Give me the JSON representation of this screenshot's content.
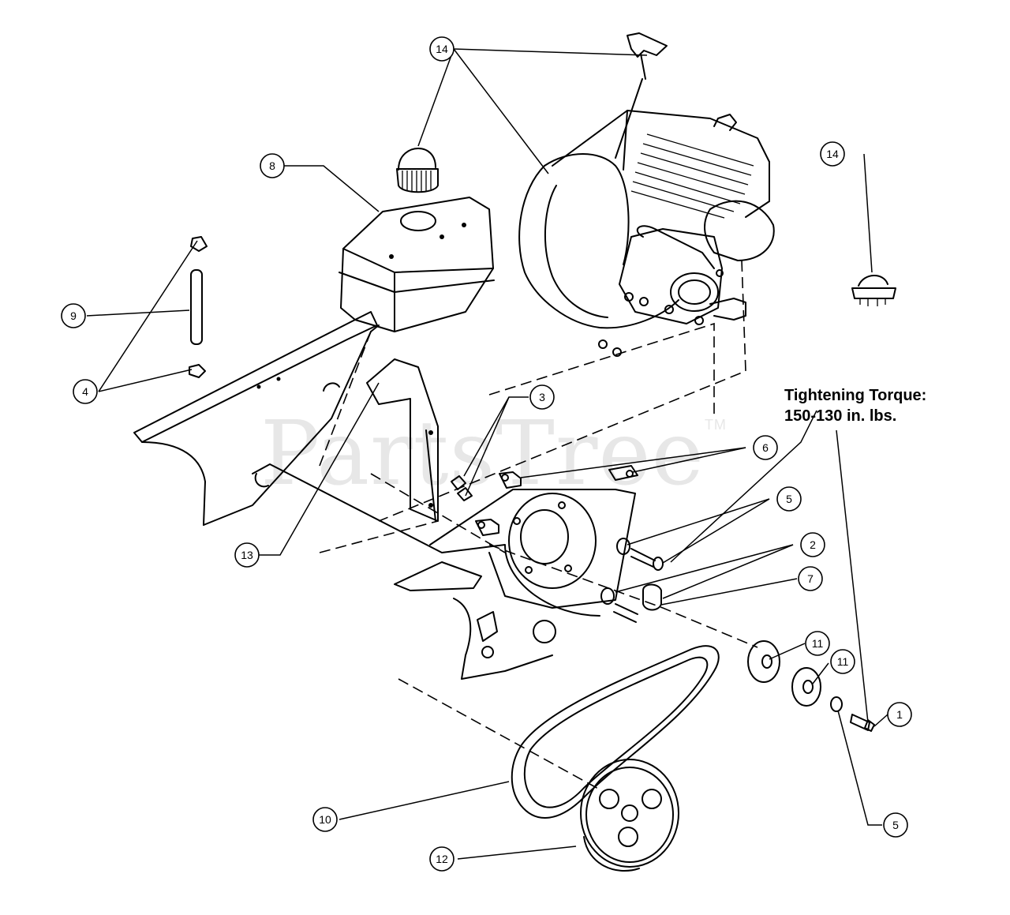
{
  "watermark": {
    "text": "PartsTree",
    "mark": "TM"
  },
  "torque_note": {
    "line1": "Tightening Torque:",
    "line2": "150-130 in. lbs."
  },
  "callouts": [
    {
      "id": "c14a",
      "label": "14"
    },
    {
      "id": "c14b",
      "label": "14"
    },
    {
      "id": "c8",
      "label": "8"
    },
    {
      "id": "c9",
      "label": "9"
    },
    {
      "id": "c4",
      "label": "4"
    },
    {
      "id": "c3",
      "label": "3"
    },
    {
      "id": "c6",
      "label": "6"
    },
    {
      "id": "c5a",
      "label": "5"
    },
    {
      "id": "c2",
      "label": "2"
    },
    {
      "id": "c7",
      "label": "7"
    },
    {
      "id": "c13",
      "label": "13"
    },
    {
      "id": "c11a",
      "label": "11"
    },
    {
      "id": "c11b",
      "label": "11"
    },
    {
      "id": "c1",
      "label": "1"
    },
    {
      "id": "c5b",
      "label": "5"
    },
    {
      "id": "c10",
      "label": "10"
    },
    {
      "id": "c12",
      "label": "12"
    }
  ]
}
